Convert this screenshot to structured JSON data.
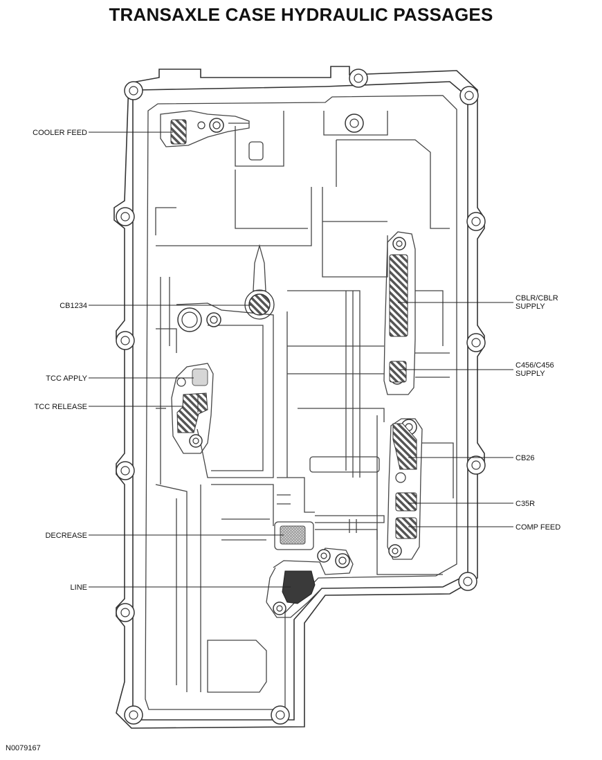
{
  "title": "TRANSAXLE CASE HYDRAULIC PASSAGES",
  "reference_number": "N0079167",
  "callouts": {
    "cooler_feed": "COOLER FEED",
    "cb1234": "CB1234",
    "tcc_apply": "TCC APPLY",
    "tcc_release": "TCC RELEASE",
    "decrease": "DECREASE",
    "line": "LINE",
    "cblr_line1": "CBLR/CBLR",
    "cblr_line2": "SUPPLY",
    "c456_line1": "C456/C456",
    "c456_line2": "SUPPLY",
    "cb26": "CB26",
    "c35r": "C35R",
    "comp_feed": "COMP FEED"
  },
  "colors": {
    "outline": "#333333",
    "hatch": "#555555",
    "tcc_apply_fill": "#d6d6d6",
    "decrease_fill": "#a8a8a8",
    "line_fill": "#3a3a3a"
  }
}
